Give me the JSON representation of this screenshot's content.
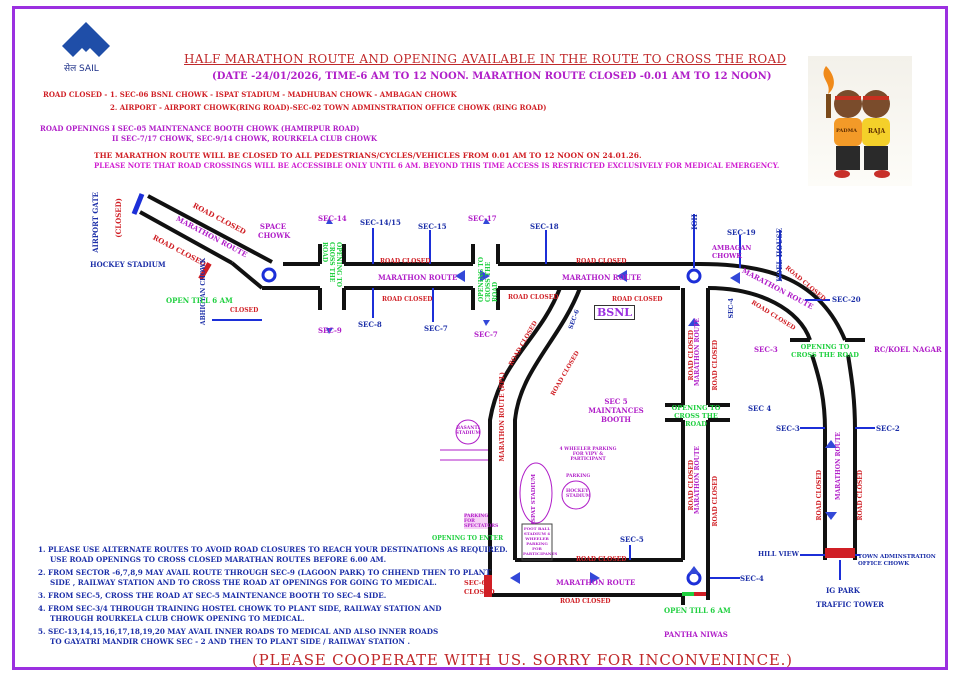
{
  "header": {
    "logo_text": "सेल SAIL",
    "title": "HALF MARATHON ROUTE AND OPENING AVAILABLE IN THE ROUTE TO CROSS THE ROAD",
    "subtitle": "(DATE -24/01/2026, TIME-6 AM  TO 12 NOON. MARATHON ROUTE CLOSED -0.01 AM TO 12 NOON)",
    "road_closed_label": "ROAD CLOSED  -",
    "road_closed_1": "1. SEC-06 BSNL CHOWK - ISPAT STADIUM - MADHUBAN CHOWK - AMBAGAN CHOWK",
    "road_closed_2": "2. AIRPORT - AIRPORT CHOWK(RING ROAD)-SEC-02 TOWN ADMINSTRATION OFFICE CHOWK (RING ROAD)",
    "road_openings_label": "ROAD OPENINGS  -",
    "road_openings_1": "I SEC-05 MAINTENANCE BOOTH CHOWK (HAMIRPUR ROAD)",
    "road_openings_2": "II SEC-7/17 CHOWK, SEC-9/14 CHOWK, ROURKELA CLUB CHOWK",
    "notice_1": "THE MARATHON ROUTE WILL BE CLOSED TO ALL PEDESTRIANS/CYCLES/VEHICLES FROM 0.01 AM TO 12 NOON ON 24.01.26.",
    "notice_2": "PLEASE NOTE THAT ROAD CROSSINGS WILL BE ACCESSIBLE ONLY UNTIL 6 AM. BEYOND THIS TIME ACCESS IS RESTRICTED EXCLUSIVELY FOR MEDICAL EMERGENCY.",
    "mascot_left": "PADMA",
    "mascot_right": "RAJA"
  },
  "map": {
    "airport_gate": "AIRPORT GATE",
    "airport_closed": "(CLOSED)",
    "hockey_stadium": "HOCKEY STADIUM",
    "abhigyan_chowk": "ABHIGYAN CHOWK",
    "open_till_6am": "OPEN TILL 6 AM",
    "closed": "CLOSED",
    "space_chowk": "SPACE CHOWK",
    "road_closed": "ROAD CLOSED",
    "marathon_route": "MARATHON ROUTE",
    "marathon_route_rpl": "MARATHON ROUTE (RPL)",
    "opening_cross": "OPENING TO CROSS THE ROAD",
    "sec_14": "SEC-14",
    "sec_9": "SEC-9",
    "sec_14_15": "SEC-14/15",
    "sec_8": "SEC-8",
    "sec_15": "SEC-15",
    "sec_7": "SEC-7",
    "sec_17": "SEC-17",
    "sec_18": "SEC-18",
    "sec_6": "SEC-6",
    "bsnl": "BSNL",
    "igh": "IGH",
    "ambagan_chowk": "AMBAGAN CHOWK",
    "sec_19": "SEC-19",
    "koel_house": "KOEL HOUSE",
    "sec_20": "SEC-20",
    "sec_4": "SEC-4",
    "sec_3": "SEC-3",
    "sec_2": "SEC-2",
    "rc_koel_nagar": "RC/KOEL NAGAR",
    "sec5_booth": "SEC 5 MAINTANCES BOOTH",
    "sec_4b": "SEC 4",
    "basanti_stadium": "BASANTI STADIUM",
    "ispat_stadium": "ISPAT STADIUM",
    "hockey_stadium_small": "HOCKEY STADIUM",
    "parking": "PARKING",
    "four_wheeler_vip": "4 WHEELER PARKING FOR VIPV & PARTICIPANT",
    "football_stadium": "FOOT BALL STADIUM 4 WHEELER PARKING FOR PARTICIPANTS",
    "parking_spectators": "PARKING FOR SPECTATORS",
    "opening_to_enter": "OPENING TO ENTER",
    "sec_5": "SEC-5",
    "sec_6_closed": "SEC-6 CLOSED",
    "panthi_niwas": "PANTHA NIWAS",
    "hill_view": "HILL VIEW",
    "ig_park": "IG PARK",
    "traffic_tower": "TRAFFIC TOWER",
    "town_admin": "TOWN ADMINSTRATION OFFICE CHOWK"
  },
  "notes": [
    "1. PLEASE USE ALTERNATE ROUTES TO AVOID ROAD CLOSURES TO REACH YOUR DESTINATIONS AS REQUIRED.",
    "   USE ROAD OPENINGS TO CROSS CLOSED MARATHAN ROUTES BEFORE 6.00 AM.",
    "2. FROM SECTOR -6,7,8,9 MAY AVAIL ROUTE THROUGH SEC-9 (LAGOON PARK) TO CHHEND THEN TO PLANT",
    "   SIDE , RAILWAY STATION AND TO CROSS THE ROAD AT OPENINGS FOR GOING TO MEDICAL.",
    "3. FROM SEC-5, CROSS THE ROAD AT SEC-5 MAINTENANCE BOOTH TO SEC-4 SIDE.",
    "4. FROM SEC-3/4 THROUGH TRAINING HOSTEL CHOWK TO PLANT SIDE, RAILWAY STATION AND",
    "   THROUGH ROURKELA CLUB CHOWK OPENING TO MEDICAL.",
    "5. SEC-13,14,15,16,17,18,19,20 MAY AVAIL INNER ROADS TO MEDICAL AND ALSO INNER ROADS",
    "   TO GAYATRI MANDIR CHOWK SEC - 2 AND THEN TO PLANT SIDE / RAILWAY STATION ."
  ],
  "footer": "(PLEASE COOPERATE WITH US. SORRY FOR INCONVENINCE.)",
  "colors": {
    "border": "#9b30e0",
    "road": "#111111",
    "arrow": "#2f45d8",
    "closed": "#d01f25",
    "route": "#b01ec8",
    "opening": "#20d040",
    "sector": "#1c2fa8"
  }
}
